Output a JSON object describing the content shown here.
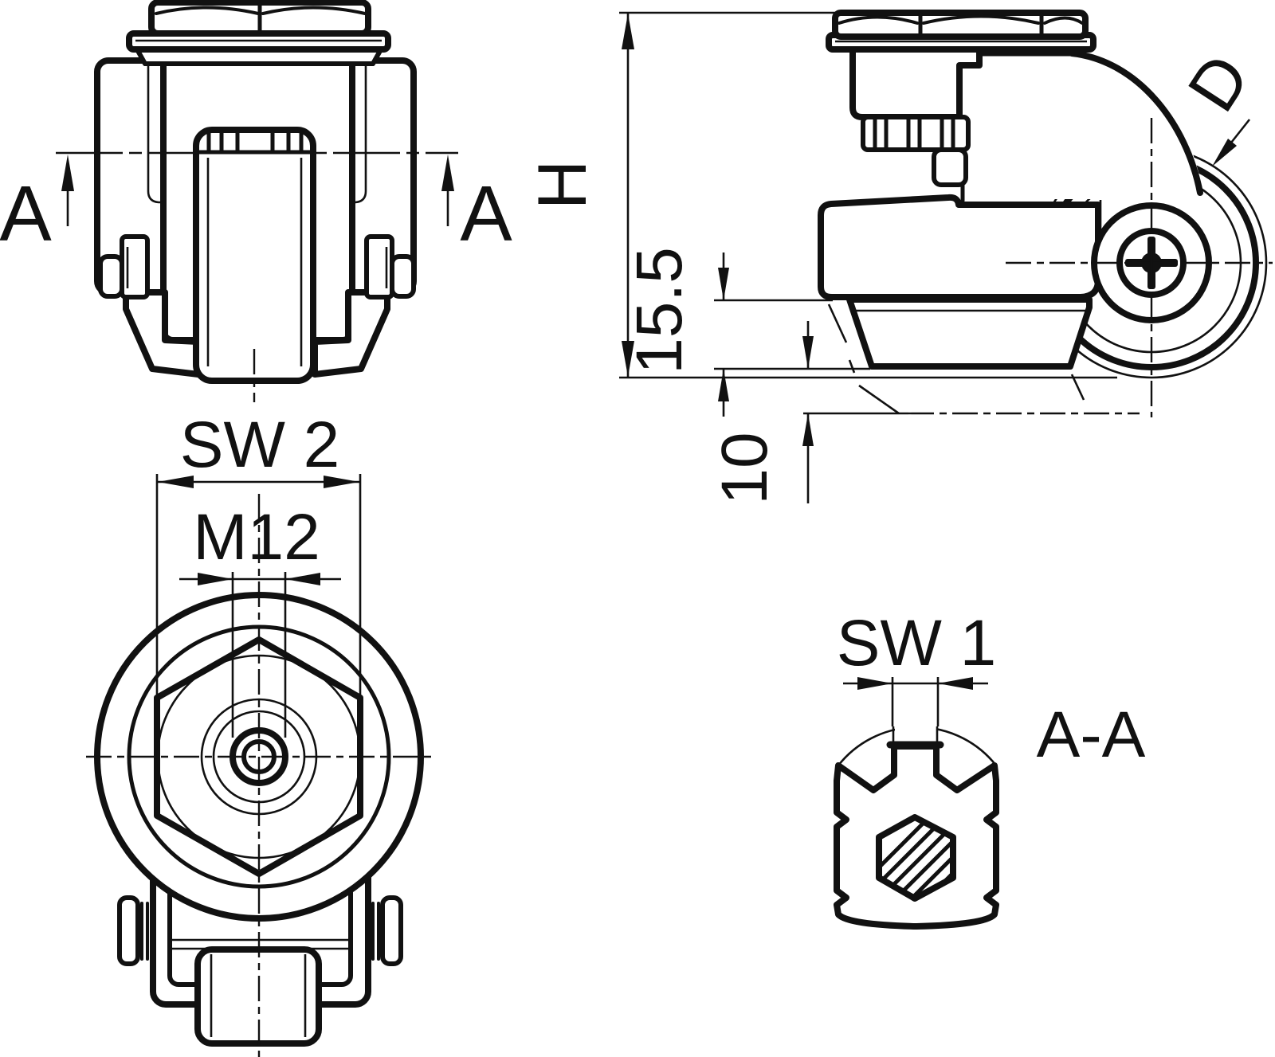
{
  "drawing": {
    "type": "technical-multiview",
    "subject": "leveling caster with adjustable foot",
    "colors": {
      "background": "#ffffff",
      "line": "#111111"
    },
    "views": {
      "front": {
        "section_arrow_left": "A",
        "section_arrow_right": "A"
      },
      "side": {
        "overall_height_label": "H",
        "pad_height": "15.5",
        "leveling_travel": "10",
        "wheel_diameter_label": "D"
      },
      "top": {
        "hex_across_flats": "SW 2",
        "thread_size": "M12"
      },
      "section": {
        "socket_across_flats": "SW 1",
        "section_title": "A-A"
      }
    }
  }
}
